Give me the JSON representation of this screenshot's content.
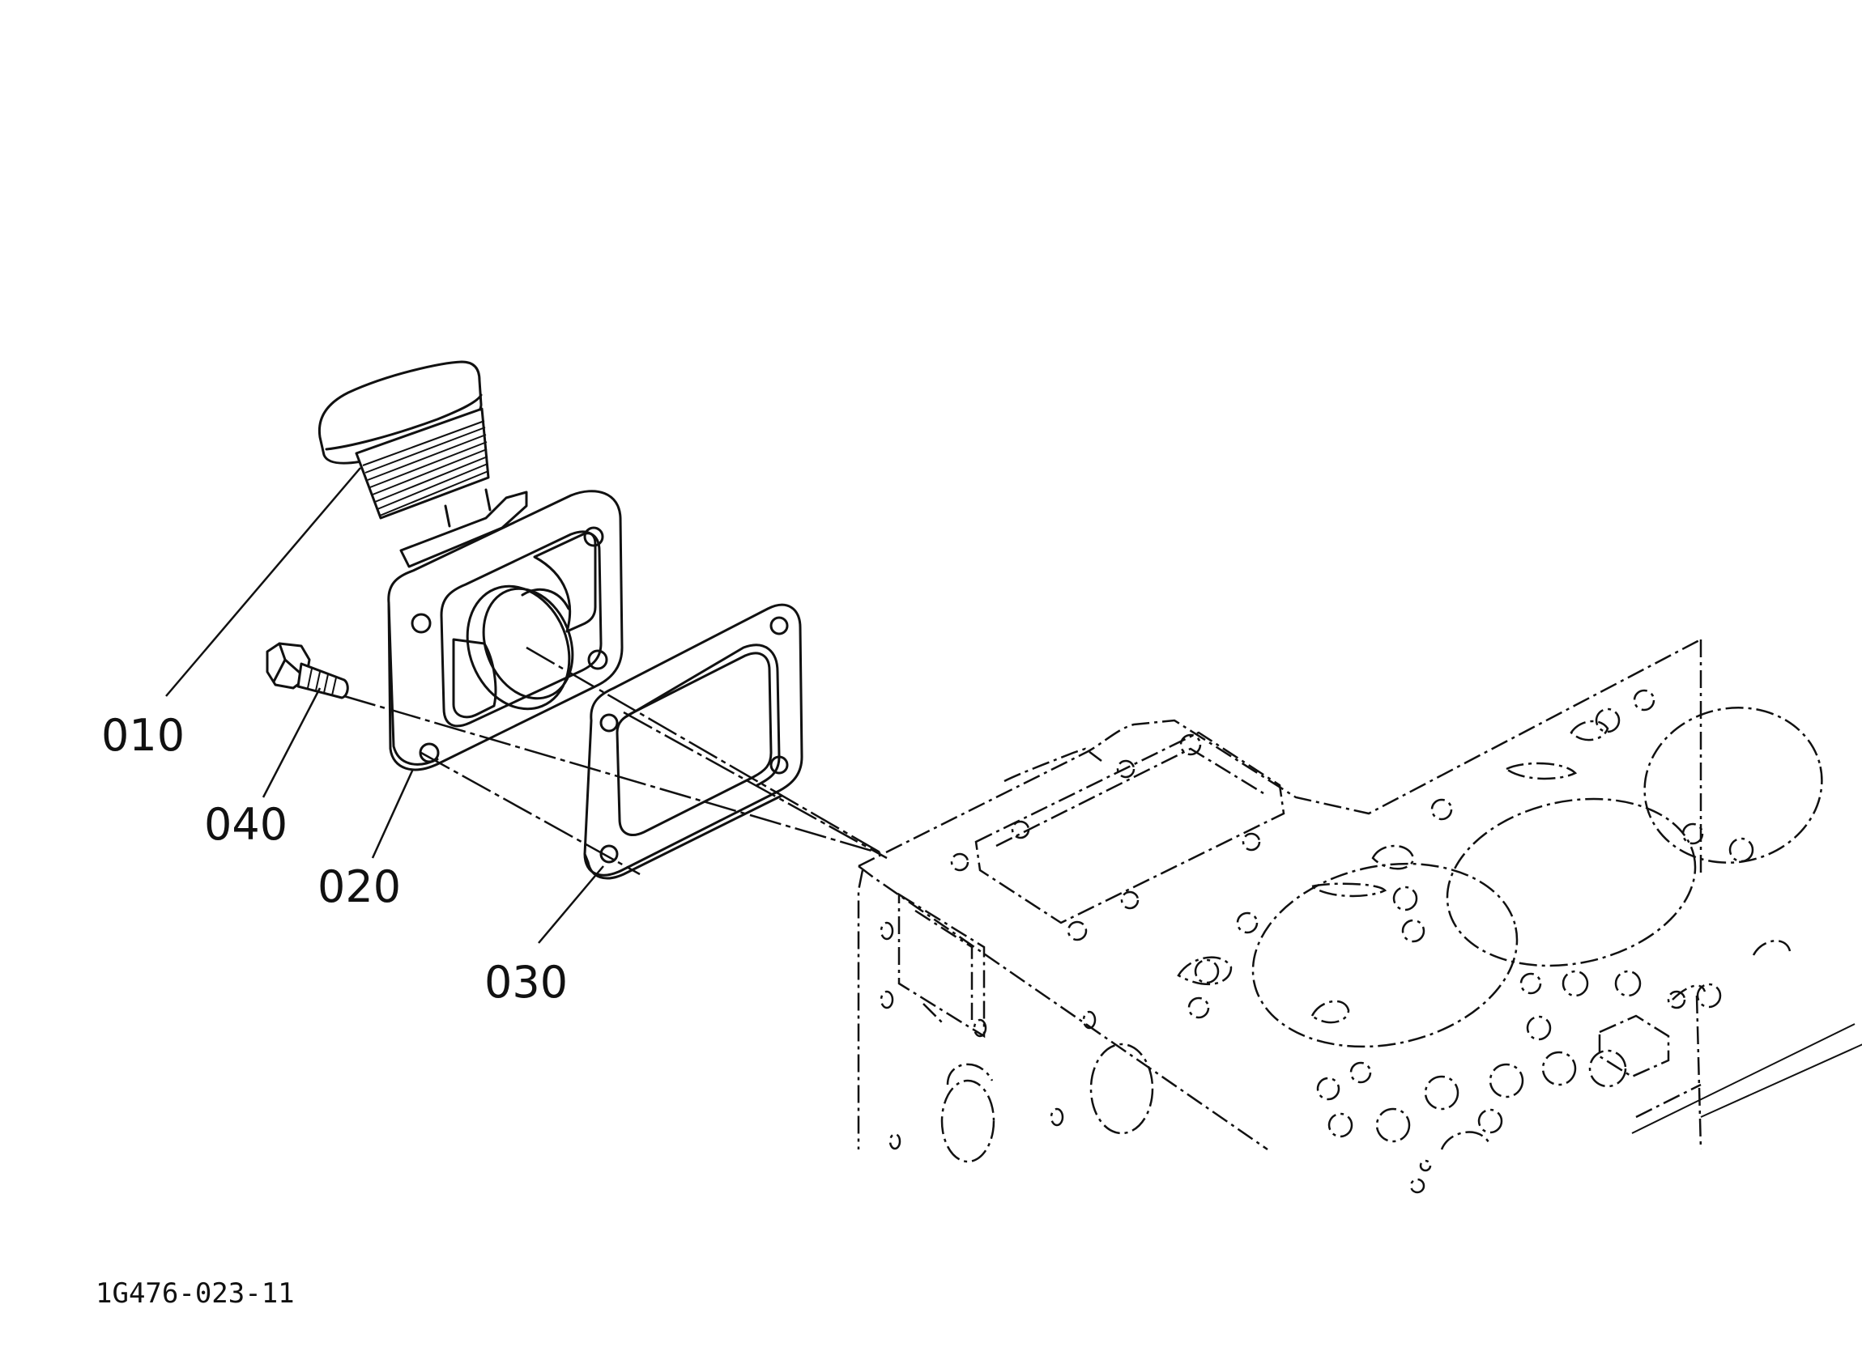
{
  "diagram": {
    "document_number": "1G476-023-11",
    "callouts": [
      {
        "id": "010",
        "label": "010"
      },
      {
        "id": "020",
        "label": "020"
      },
      {
        "id": "030",
        "label": "030"
      },
      {
        "id": "040",
        "label": "040"
      }
    ]
  }
}
